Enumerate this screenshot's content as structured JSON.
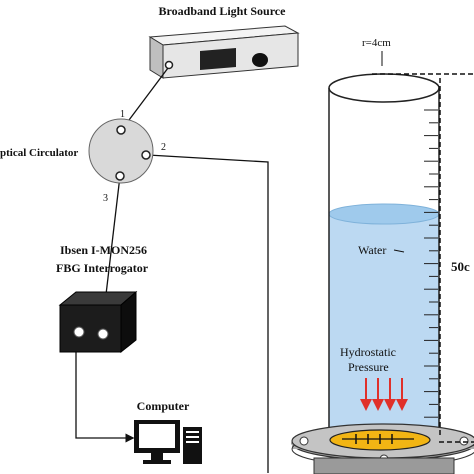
{
  "labels": {
    "light_source": "Broadband Light Source",
    "circulator": "ptical Circulator",
    "port_1": "1",
    "port_2": "2",
    "port_3": "3",
    "interrogator_line1": "Ibsen I-MON256",
    "interrogator_line2": "FBG Interrogator",
    "computer": "Computer",
    "radius": "r=4cm",
    "height": "50c",
    "water": "Water",
    "pressure_line1": "Hydrostatic",
    "pressure_line2": "Pressure"
  },
  "colors": {
    "water": "#bcd9f2",
    "water_surface": "#8fc0e6",
    "arrows": "#e0302a",
    "base_plate": "#f2b514",
    "device_box": "#1c1c1c",
    "circulator": "#d9d9d9",
    "fiber": "#111111"
  }
}
